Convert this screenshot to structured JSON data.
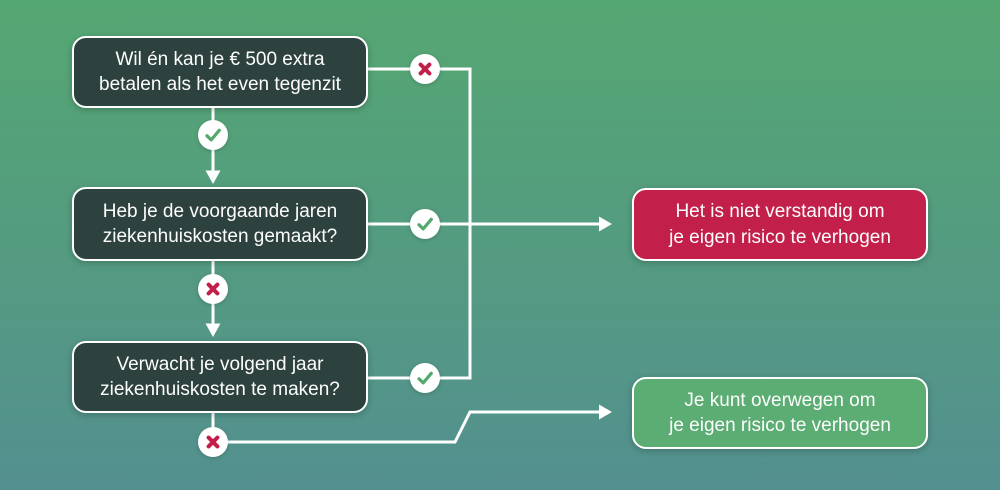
{
  "colors": {
    "bg_top": "#55a772",
    "bg_bottom": "#53908f",
    "question_box_bg": "#2d413e",
    "negative_box_bg": "#c2204a",
    "positive_box_bg": "#5bad73",
    "line": "#ffffff",
    "box_border": "#ffffff",
    "circle_bg": "#ffffff",
    "check_icon": "#52a96b",
    "cross_icon": "#c2204a",
    "text": "#fdfdfd"
  },
  "flow": {
    "questions": [
      {
        "line1": "Wil én kan je € 500 extra",
        "line2": "betalen als het even tegenzit"
      },
      {
        "line1": "Heb je de voorgaande jaren",
        "line2": "ziekenhuiskosten gemaakt?"
      },
      {
        "line1": "Verwacht je volgend jaar",
        "line2": "ziekenhuiskosten te maken?"
      }
    ],
    "outcomes": [
      {
        "line1": "Het is niet verstandig om",
        "line2": "je eigen risico te verhogen",
        "sentiment": "negative"
      },
      {
        "line1": "Je kunt overwegen om",
        "line2": "je eigen risico te verhogen",
        "sentiment": "positive"
      }
    ],
    "markers": [
      {
        "id": "q1-no",
        "icon": "cross-icon"
      },
      {
        "id": "q1-yes",
        "icon": "check-icon"
      },
      {
        "id": "q2-yes",
        "icon": "check-icon"
      },
      {
        "id": "q2-no",
        "icon": "cross-icon"
      },
      {
        "id": "q3-yes",
        "icon": "check-icon"
      },
      {
        "id": "q3-no",
        "icon": "cross-icon"
      }
    ]
  }
}
